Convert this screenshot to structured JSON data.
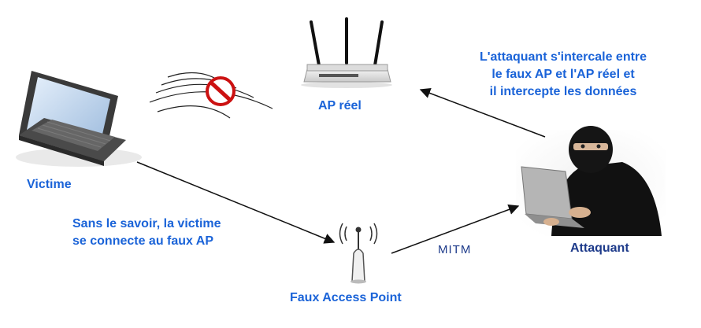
{
  "labels": {
    "victim": "Victime",
    "real_ap": "AP réel",
    "attacker": "Attaquant",
    "fake_ap": "Faux Access Point",
    "mitm": "MITM"
  },
  "notes": {
    "attacker_intercept": [
      "L'attaquant s'intercale entre",
      "le faux AP et l'AP réel et",
      "il intercepte les données"
    ],
    "victim_connects": [
      "Sans le savoir, la victime",
      "se connecte au faux AP"
    ]
  },
  "icons": {
    "victim": "laptop-icon",
    "real_ap": "wifi-router-icon",
    "fake_ap": "access-point-icon",
    "attacker": "hooded-hacker-icon",
    "blocked_signal": "no-entry-icon"
  },
  "colors": {
    "label_blue": "#1a63d8",
    "dark_blue": "#1d3a8a",
    "no_entry_red": "#cc1111"
  }
}
